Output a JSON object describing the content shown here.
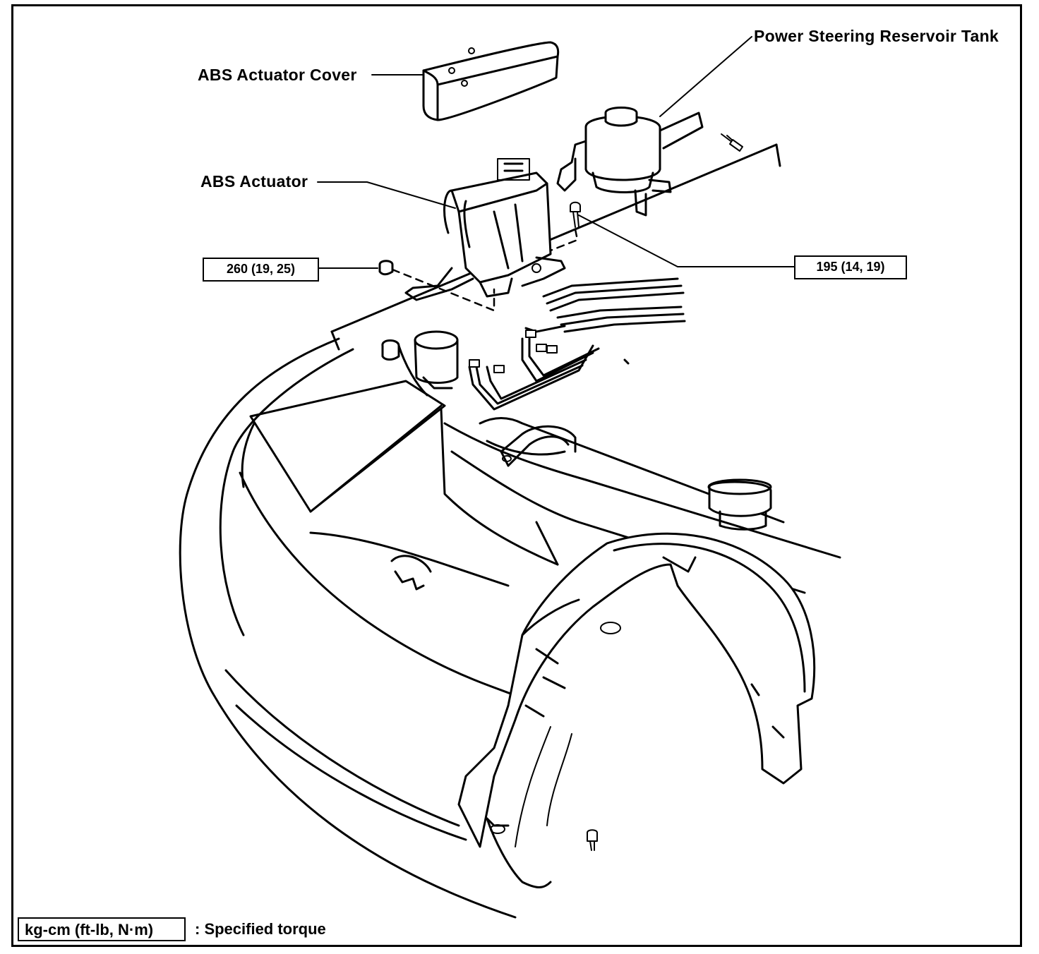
{
  "labels": {
    "abs_actuator_cover": "ABS Actuator Cover",
    "abs_actuator": "ABS Actuator",
    "power_steering_reservoir_tank": "Power Steering Reservoir Tank"
  },
  "torque_specs": {
    "left_nut": "260 (19, 25)",
    "right_bolt": "195 (14, 19)"
  },
  "legend": {
    "unit_box": "kg-cm (ft-lb, N·m)",
    "description": ": Specified torque"
  }
}
